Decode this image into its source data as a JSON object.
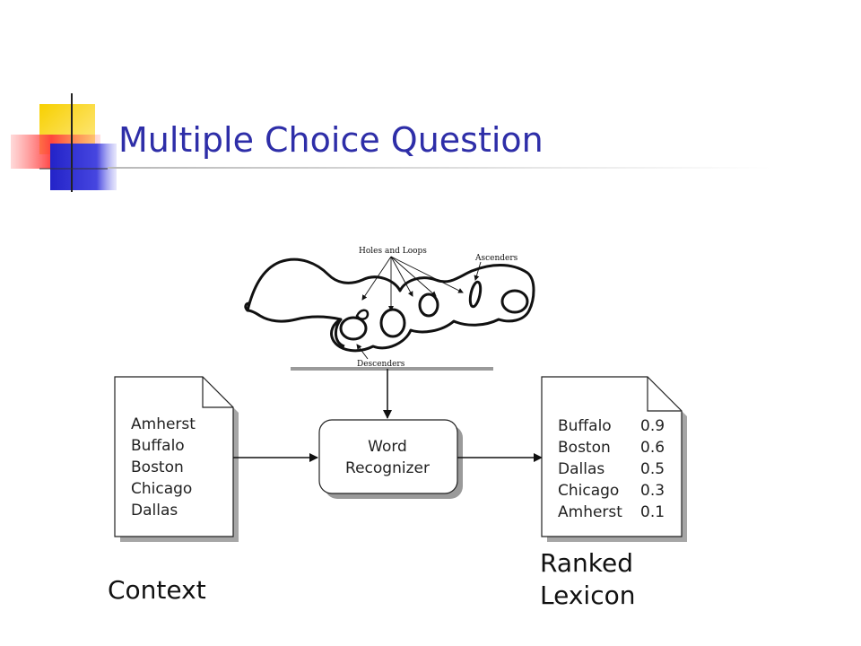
{
  "slide": {
    "title": "Multiple Choice Question"
  },
  "image": {
    "handwriting_annotations": {
      "holes_and_loops": "Holes and Loops",
      "ascenders": "Ascenders",
      "descenders": "Descenders"
    }
  },
  "diagram": {
    "context_list": [
      "Amherst",
      "Buffalo",
      "Boston",
      "Chicago",
      "Dallas"
    ],
    "recognizer_label": [
      "Word",
      "Recognizer"
    ],
    "ranked_list": [
      {
        "word": "Buffalo",
        "score": "0.9"
      },
      {
        "word": "Boston",
        "score": "0.6"
      },
      {
        "word": "Dallas",
        "score": "0.5"
      },
      {
        "word": "Chicago",
        "score": "0.3"
      },
      {
        "word": "Amherst",
        "score": "0.1"
      }
    ]
  },
  "captions": {
    "context": "Context",
    "ranked_lexicon": [
      "Ranked",
      "Lexicon"
    ]
  },
  "colors": {
    "title": "#2e2ea8",
    "deco_yellow": "#f2c200",
    "deco_red": "#ff4d4d",
    "deco_blue": "#2a2ad0"
  }
}
